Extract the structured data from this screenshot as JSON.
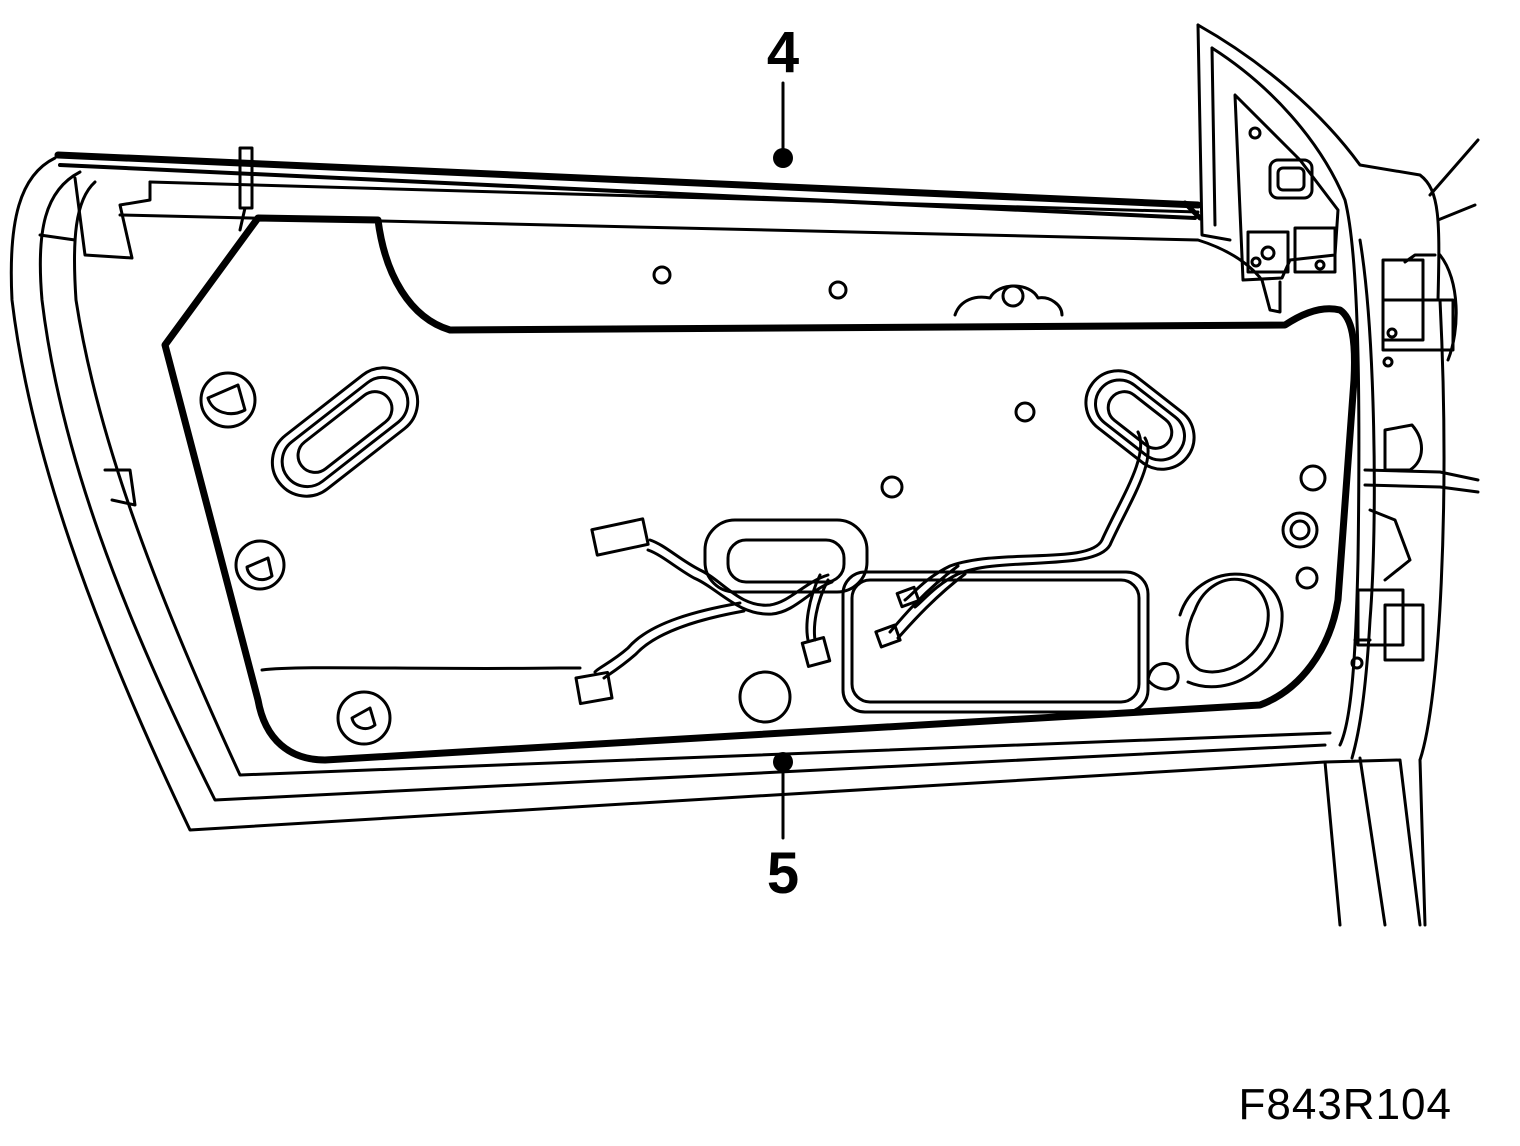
{
  "diagram": {
    "callouts": [
      {
        "id": "4",
        "label": "4"
      },
      {
        "id": "5",
        "label": "5"
      }
    ],
    "figure_code": "F843R104"
  },
  "colors": {
    "line": "#000000",
    "background": "#ffffff"
  }
}
